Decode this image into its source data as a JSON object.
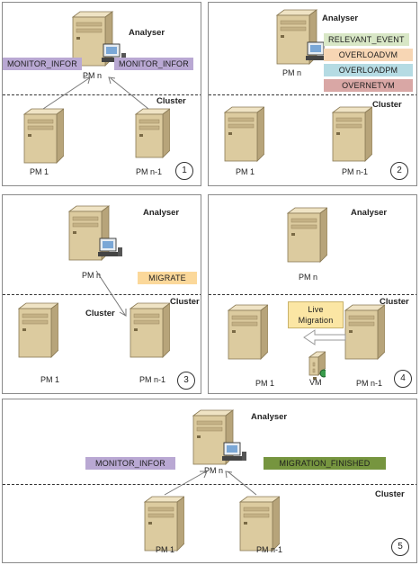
{
  "labels": {
    "analyser": "Analyser",
    "cluster": "Cluster",
    "pm_n": "PM n",
    "pm_1": "PM 1",
    "pm_n_minus_1": "PM n-1",
    "vm": "VM"
  },
  "panels": [
    {
      "number": "1",
      "messages": [
        "MONITOR_INFOR",
        "MONITOR_INFOR"
      ]
    },
    {
      "number": "2",
      "messages": [
        "RELEVANT_EVENT",
        "OVERLOADVM",
        "OVERLOADPM",
        "OVERNETVM"
      ]
    },
    {
      "number": "3",
      "messages": [
        "MIGRATE"
      ]
    },
    {
      "number": "4",
      "messages": [
        "Live Migration"
      ]
    },
    {
      "number": "5",
      "messages": [
        "MONITOR_INFOR",
        "MIGRATION_FINISHED"
      ]
    }
  ],
  "colors": {
    "monitor": "#b9a8d3",
    "relevant_event": "#d8e7c6",
    "overload_vm": "#f7d6b4",
    "overload_pm": "#b5dbe3",
    "overnet_vm": "#d9a7a5",
    "migrate": "#fbd89a",
    "live_migration": "#fbe6a4",
    "migration_finished": "#76953f"
  }
}
